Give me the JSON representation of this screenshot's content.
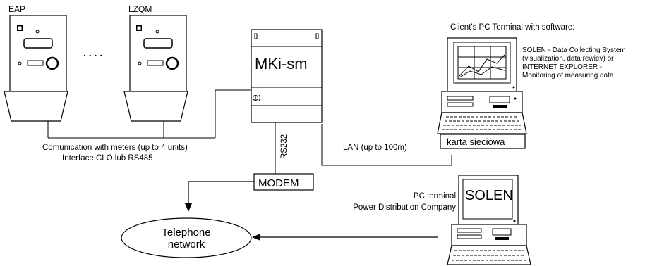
{
  "meters": {
    "left_label": "EAP",
    "right_label": "LZQM",
    "ellipsis": ". . . ."
  },
  "gateway": {
    "label": "MKi-sm"
  },
  "bus": {
    "line1": "Comunication with meters (up to 4 units)",
    "line2": "Interface  CLO lub RS485"
  },
  "links": {
    "rs232": "RS232",
    "lan": "LAN (up to 100m)"
  },
  "modem": {
    "label": "MODEM"
  },
  "network": {
    "line1": "Telephone",
    "line2": "network"
  },
  "client_pc": {
    "heading": "Client's PC Terminal with software:",
    "desc_lines": [
      "SOLEN - Data Collecting System",
      "(visualization, data rewiev) or",
      "INTERNET EXPLORER -",
      "Monitoring of measuring data"
    ],
    "card_label": "karta sieciowa"
  },
  "company_pc": {
    "screen_label": "SOLEN",
    "line1": "PC terminal",
    "line2": "Power Distribution Company"
  },
  "colors": {
    "stroke": "#000000",
    "background": "#ffffff"
  }
}
